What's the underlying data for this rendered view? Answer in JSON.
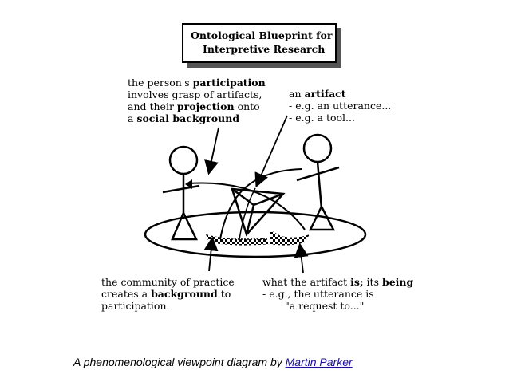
{
  "title": {
    "line1": "Ontological Blueprint for",
    "line2": "Interpretive Research"
  },
  "annotations": {
    "participation": {
      "l1_a": "the person's ",
      "l1_b": "participation",
      "l2": "involves  grasp of artifacts,",
      "l3_a": "and their ",
      "l3_b": "projection",
      "l3_c": "  onto",
      "l4_a": "a ",
      "l4_b": "social  background"
    },
    "artifact": {
      "l1_a": "an ",
      "l1_b": "artifact",
      "l2": "- e.g. an utterance...",
      "l3": "- e.g. a tool..."
    },
    "community": {
      "l1": "the community of practice",
      "l2_a": "creates a  ",
      "l2_b": "background",
      "l2_c": "  to",
      "l3": "participation."
    },
    "being": {
      "l1_a": "what the artifact  ",
      "l1_b": "is;",
      "l1_c": " its ",
      "l1_d": "being",
      "l2": "- e.g., the utterance is",
      "l3": "\"a request to...\""
    }
  },
  "caption": {
    "text": "A phenomenological viewpoint diagram by ",
    "link": "Martin Parker"
  }
}
